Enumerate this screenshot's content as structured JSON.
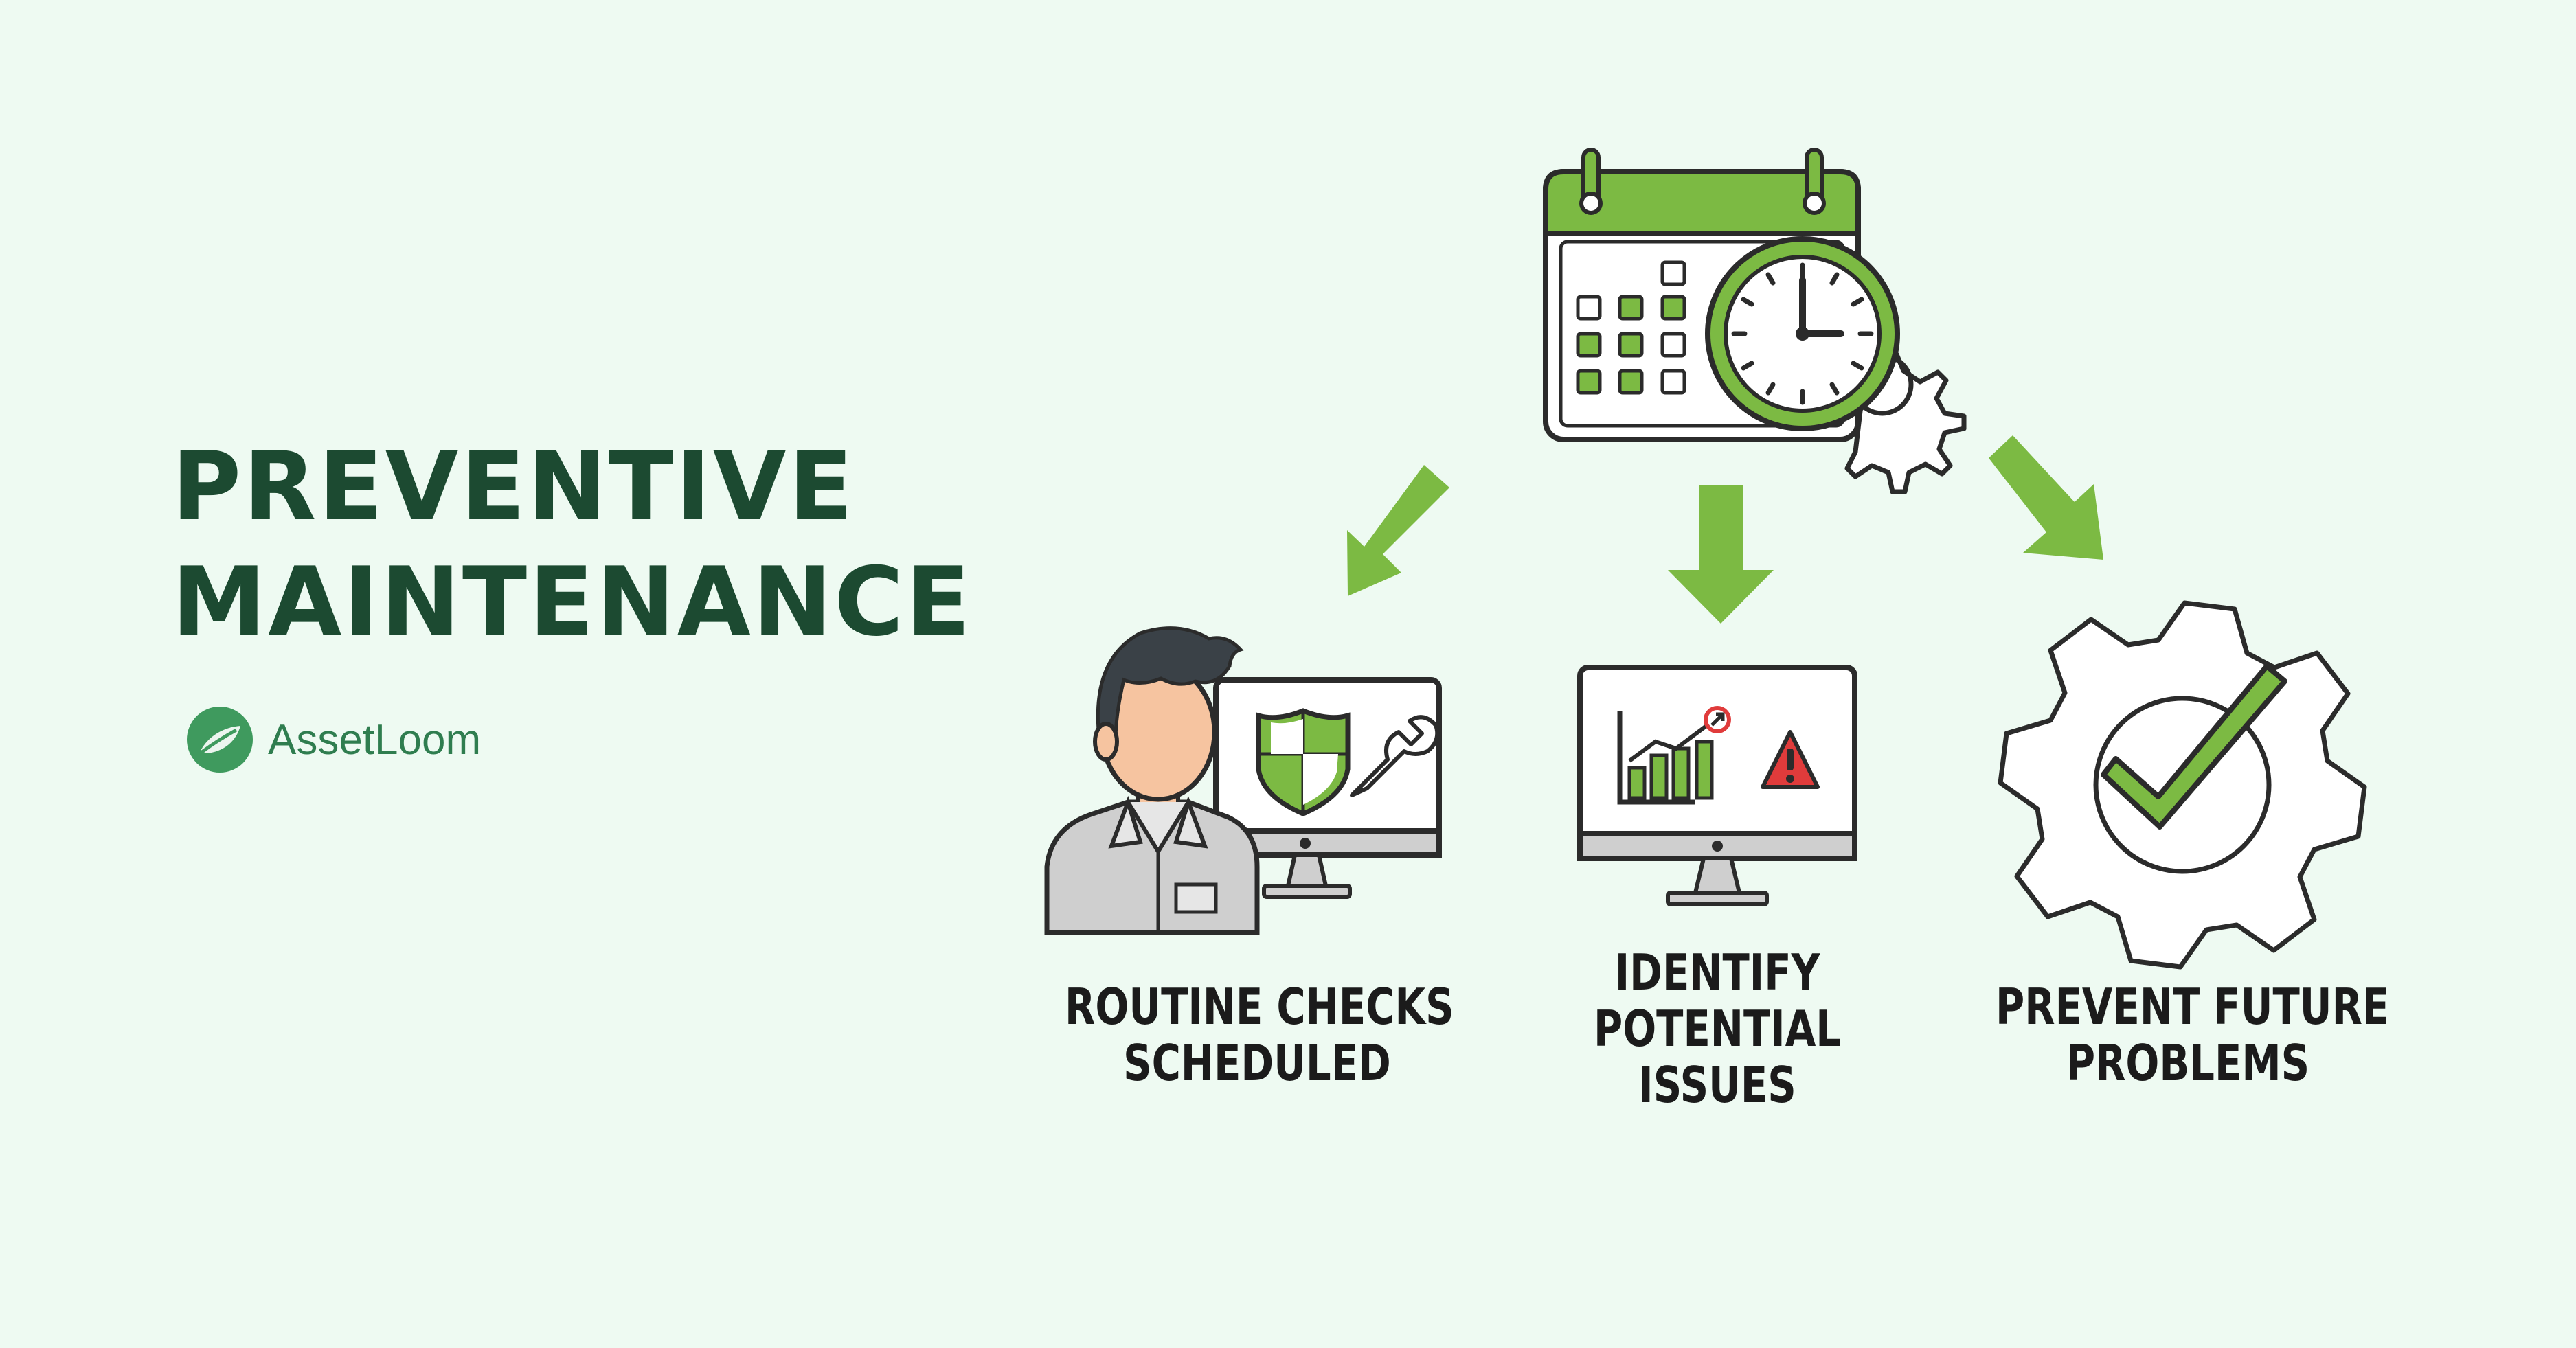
{
  "title": {
    "line1": "PREVENTIVE",
    "line2": "MAINTENANCE"
  },
  "brand": {
    "name": "AssetLoom"
  },
  "steps": [
    {
      "lines": [
        "ROUTINE CHECKS",
        "SCHEDULED"
      ]
    },
    {
      "lines": [
        "IDENTIFY",
        "POTENTIAL",
        "ISSUES"
      ]
    },
    {
      "lines": [
        "PREVENT FUTURE",
        "PROBLEMS"
      ]
    }
  ],
  "icons": {
    "calendar": "calendar-clock-icon",
    "technician": "technician-with-monitor-icon",
    "monitor": "monitor-chart-warning-icon",
    "gear": "gear-checkmark-icon"
  },
  "colors": {
    "background": "#eefaf2",
    "title": "#1c4a31",
    "brand": "#2f7d4f",
    "accent_green": "#7cba43",
    "outline": "#2b2b2b",
    "alert_red": "#e03b3b"
  }
}
